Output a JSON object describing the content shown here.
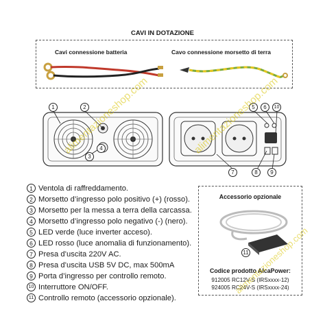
{
  "cables": {
    "title": "CAVI IN DOTAZIONE",
    "battery_label": "Cavi connessione batteria",
    "ground_label": "Cavo connessione morsetto di terra"
  },
  "callouts": [
    "1",
    "2",
    "3",
    "4",
    "5",
    "6",
    "7",
    "8",
    "9",
    "10",
    "11"
  ],
  "legend": [
    {
      "num": "1",
      "text": "Ventola di raffreddamento."
    },
    {
      "num": "2",
      "text": "Morsetto d’ingresso polo positivo (+) (rosso)."
    },
    {
      "num": "3",
      "text": "Morsetto per la messa a terra della carcassa."
    },
    {
      "num": "4",
      "text": "Morsetto d’ingresso polo negativo (-) (nero)."
    },
    {
      "num": "5",
      "text": "LED verde (luce inverter acceso)."
    },
    {
      "num": "6",
      "text": "LED rosso (luce anomalia di funzionamento)."
    },
    {
      "num": "7",
      "text": "Presa d’uscita 220V AC."
    },
    {
      "num": "8",
      "text": "Presa d’uscita USB 5V DC, max 500mA"
    },
    {
      "num": "9",
      "text": "Porta d’ingresso per controllo remoto."
    },
    {
      "num": "10",
      "text": "Interruttore ON/OFF."
    },
    {
      "num": "11",
      "text": "Controllo remoto (accessorio opzionale)."
    }
  ],
  "accessory": {
    "title": "Accessorio opzionale",
    "code_title": "Codice prodotto AlcaPower:",
    "codes": [
      "912005 RC12V-S (IRSxxxx-12)",
      "924005 RC24V-S (IRSxxxx-24)"
    ]
  },
  "watermark": "alimentazioneshop.com",
  "colors": {
    "red_cable": "#c0392b",
    "black_cable": "#222222",
    "ground_cable_green": "#7cab3a",
    "ground_cable_yellow": "#e6c620",
    "watermark": "#d9c400"
  }
}
